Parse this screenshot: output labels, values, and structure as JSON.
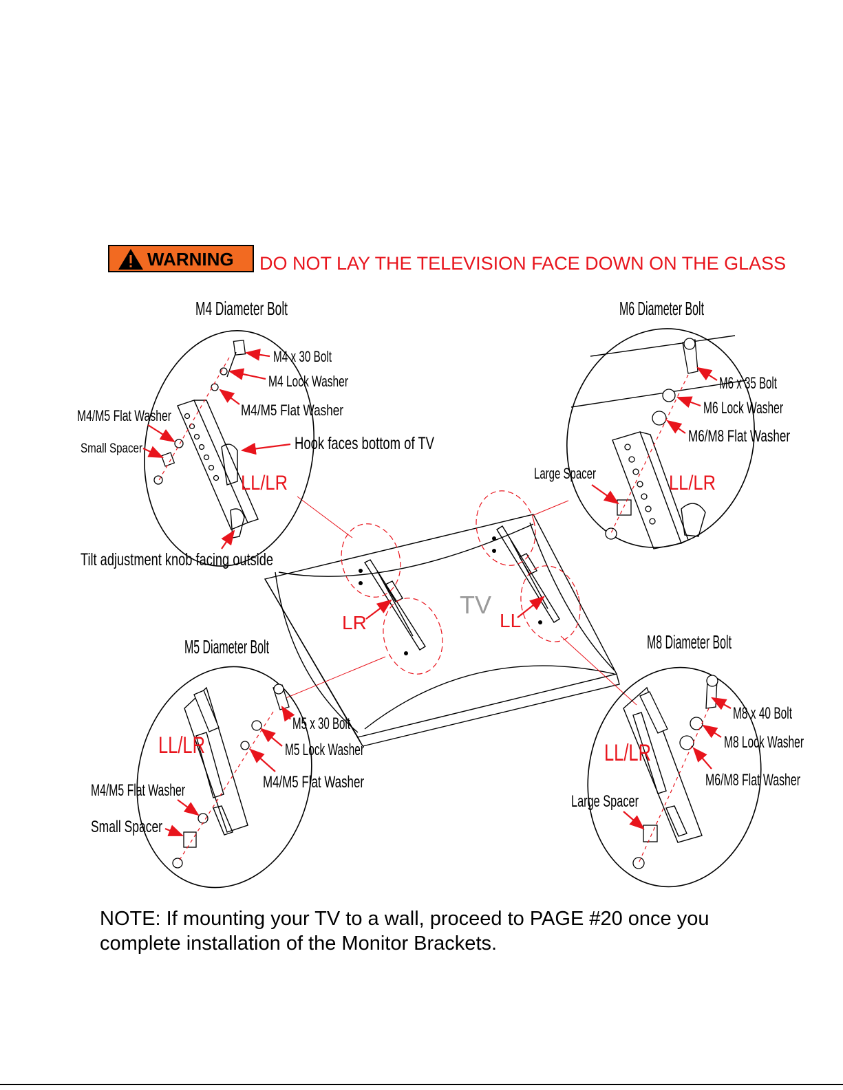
{
  "warning": {
    "badge": "WARNING",
    "message": "DO NOT LAY THE TELEVISION FACE DOWN ON THE GLASS",
    "colors": {
      "badge": "#f26a21",
      "text": "#e8141c"
    }
  },
  "tv_label": "TV",
  "center_labels": {
    "lr": "LR",
    "ll": "LL"
  },
  "details": {
    "m4": {
      "title": "M4 Diameter Bolt",
      "side": "LL/LR",
      "bolt": "M4 x 30 Bolt",
      "lock_washer": "M4 Lock Washer",
      "flat_washer": "M4/M5 Flat Washer",
      "flat_washer_left": "M4/M5 Flat Washer",
      "spacer": "Small Spacer",
      "hook": "Hook faces bottom of TV",
      "knob": "Tilt adjustment knob facing outside"
    },
    "m6": {
      "title": "M6 Diameter Bolt",
      "side": "LL/LR",
      "bolt": "M6 x 35 Bolt",
      "lock_washer": "M6 Lock Washer",
      "flat_washer": "M6/M8 Flat Washer",
      "spacer": "Large Spacer"
    },
    "m5": {
      "title": "M5 Diameter Bolt",
      "side": "LL/LR",
      "bolt": "M5 x 30 Bolt",
      "lock_washer": "M5 Lock Washer",
      "flat_washer": "M4/M5 Flat Washer",
      "flat_washer_left": "M4/M5 Flat Washer",
      "spacer": "Small Spacer"
    },
    "m8": {
      "title": "M8 Diameter Bolt",
      "side": "LL/LR",
      "bolt": "M8 x 40 Bolt",
      "lock_washer": "M8 Lock Washer",
      "flat_washer": "M6/M8 Flat Washer",
      "spacer": "Large Spacer"
    }
  },
  "note": "NOTE: If mounting your TV to a wall, proceed to PAGE #20 once you complete installation of the Monitor Brackets."
}
